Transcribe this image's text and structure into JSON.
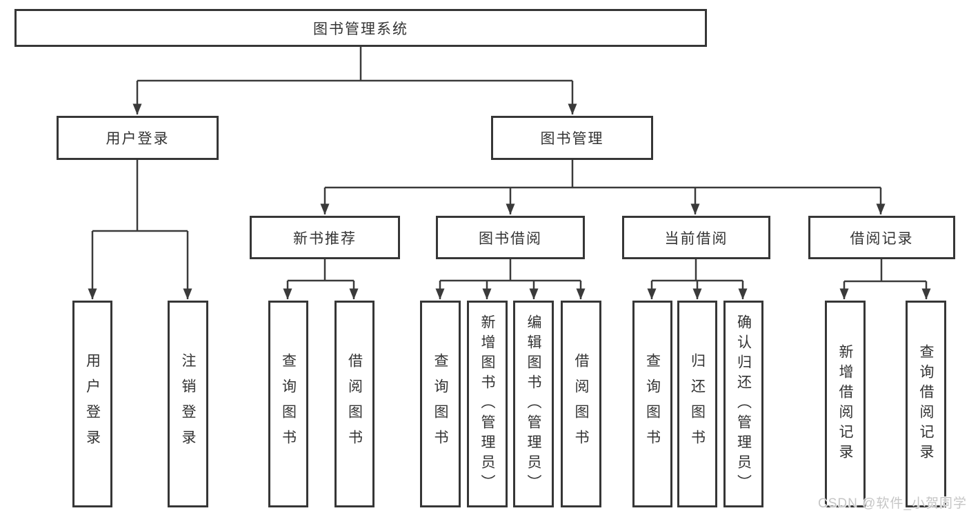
{
  "tree": {
    "label": "图书管理系统",
    "children": [
      {
        "label": "用户登录",
        "children": [
          {
            "label": "用户登录"
          },
          {
            "label": "注销登录"
          }
        ]
      },
      {
        "label": "图书管理",
        "children": [
          {
            "label": "新书推荐",
            "children": [
              {
                "label": "查询图书"
              },
              {
                "label": "借阅图书"
              }
            ]
          },
          {
            "label": "图书借阅",
            "children": [
              {
                "label": "查询图书"
              },
              {
                "label": "新增图书（管理员）"
              },
              {
                "label": "编辑图书（管理员）"
              },
              {
                "label": "借阅图书"
              }
            ]
          },
          {
            "label": "当前借阅",
            "children": [
              {
                "label": "查询图书"
              },
              {
                "label": "归还图书"
              },
              {
                "label": "确认归还（管理员）"
              }
            ]
          },
          {
            "label": "借阅记录",
            "children": [
              {
                "label": "新增借阅记录"
              },
              {
                "label": "查询借阅记录"
              }
            ]
          }
        ]
      }
    ]
  },
  "watermark": {
    "text": "CSDN @软件_小贺同学"
  },
  "colors": {
    "line": "#3a3a3a",
    "border": "#363636",
    "text": "#333333",
    "background": "#ffffff",
    "watermark": "#c6c6c6"
  }
}
